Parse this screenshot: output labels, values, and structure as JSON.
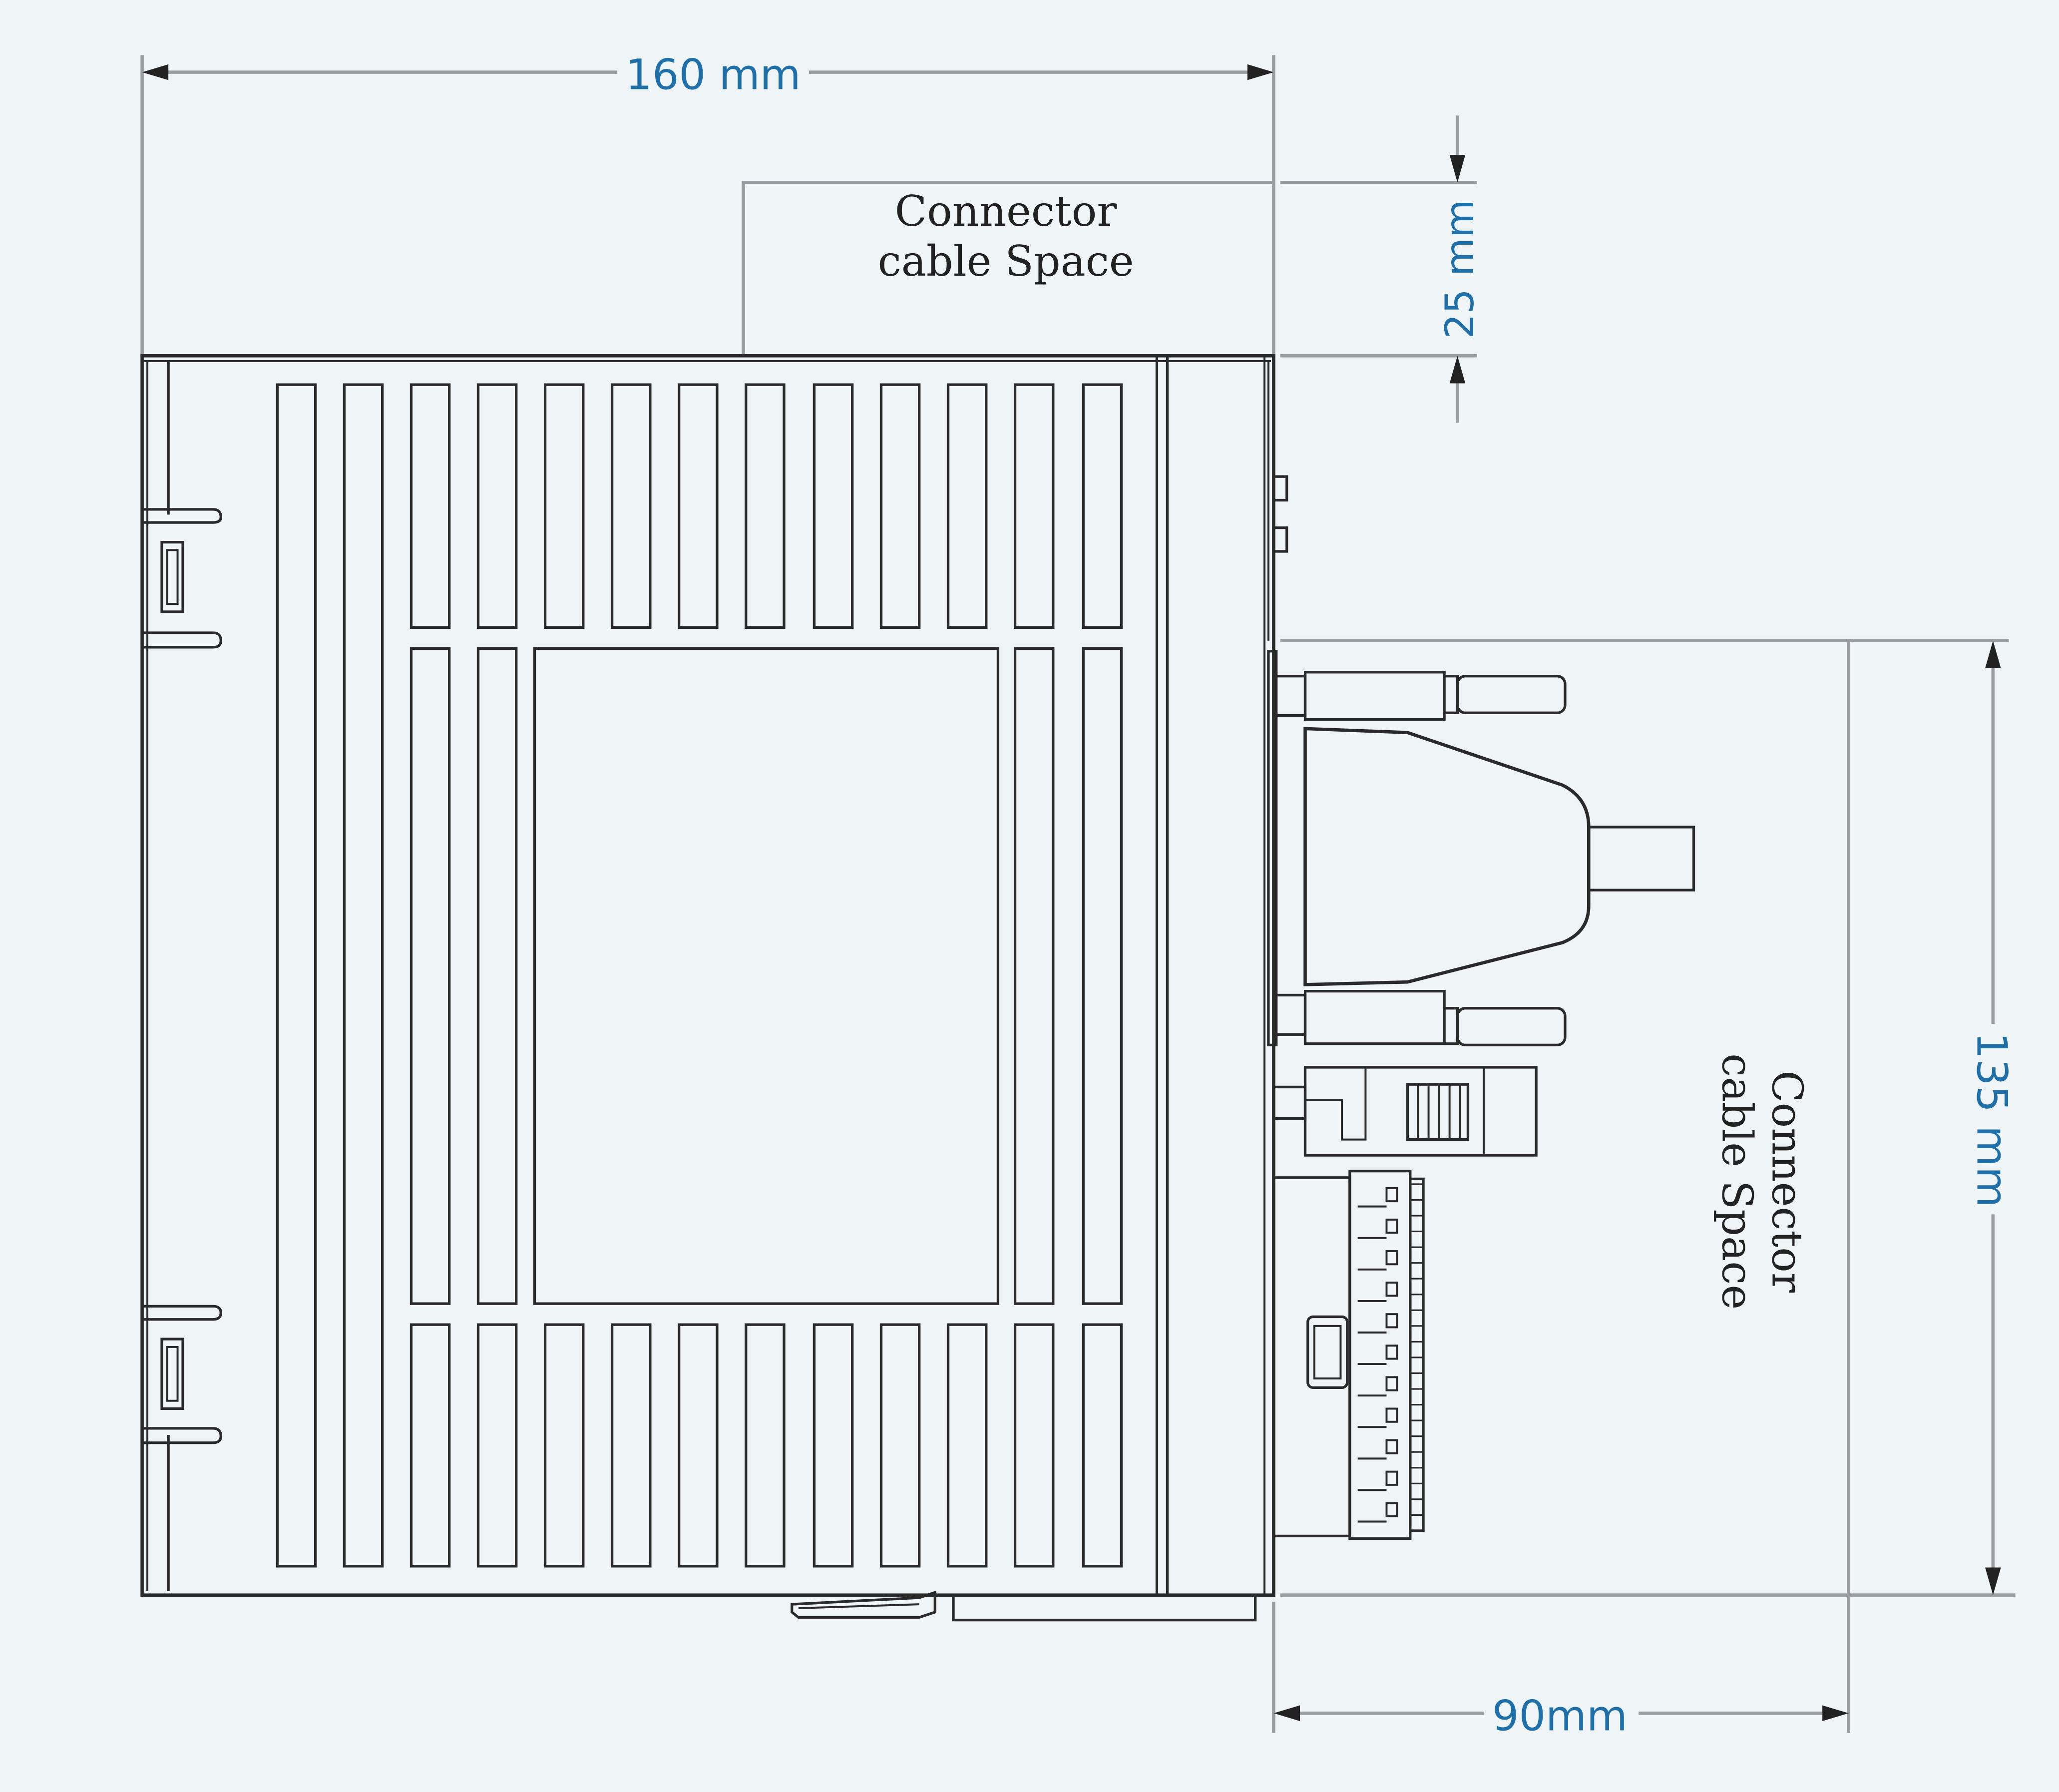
{
  "dimensions": {
    "width_label": "160 mm",
    "top_space_label": "25 mm",
    "height_label": "135 mm",
    "right_space_label": "90mm"
  },
  "notes": {
    "top_line1": "Connector",
    "top_line2": "cable Space",
    "right_line1": "Connector",
    "right_line2": "cable Space"
  },
  "colors": {
    "dimension_text": "#1f6fa8",
    "background": "#eff4f7",
    "outline": "#2a2a2a"
  }
}
